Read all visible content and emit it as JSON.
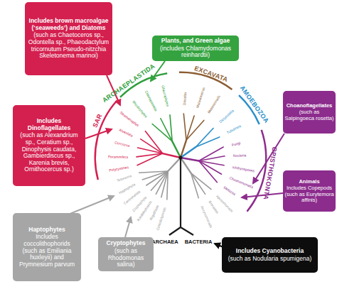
{
  "diagram": {
    "nodes": [
      {
        "text": [
          "Includes brown macroalgae (‘seaweeds’) and Diatoms",
          "(such as Chaetoceros sp., Odontella sp., Phaeodactylum tricornutum Pseudo-nitzchia Skeletonema marinoi)"
        ]
      },
      {
        "text": [
          "Plants, and Green algae",
          "(includes Chlamydomonas reinhardtii)"
        ]
      },
      {
        "text": [
          "Choanoflagellates",
          "(such as Salpingoeca rosetta)"
        ]
      },
      {
        "text": [
          "Includes Dinoflagellates",
          "(such as Alexandrium sp., Ceratium sp., Dinophysis caudata, Gambierdiscus sp., Karenia brevis, Ornithocercus sp.)"
        ]
      },
      {
        "text": [
          "Animals",
          "Includes Copepods (such as Eurytemora affinis)"
        ]
      },
      {
        "text": [
          "Haptophytes",
          "Includes coccolithophorids (such as Emiliania huxleyii) and Prymnesium parvum"
        ]
      },
      {
        "text": [
          "Cryptophytes",
          "(such as Rhodomonas salina)"
        ]
      },
      {
        "text": [
          "Includes Cyanobacteria",
          "(such as Nodularia spumigena)"
        ]
      }
    ],
    "labels": [
      "ARCHAEPLASTIDA",
      "EXCAVATA",
      "AMOEBOZOA",
      "OPISTHOKONTA",
      "SAR",
      "Chloroplastida",
      "Glaucophytes",
      "Rhodophytes",
      "Discoba",
      "Malawimonas",
      "Metamonads",
      "Dictyostelia",
      "Tubulinea",
      "Fungi",
      "Nucleria",
      "Ichthyosporea",
      "Choanomonada",
      "Metazoa",
      "Stramenopiles",
      "Alveolata",
      "Cercozoa",
      "Foraminifera",
      "Polycystines",
      "Telonema",
      "Haptophyta",
      "Centrohelida",
      "Cryptophyta",
      "Katablepharids",
      "Rigidifilida",
      "Collodictyonids",
      "Apusomonads",
      "Breviates",
      "Ancyromonads",
      "ARCHAEA",
      "BACTERIA"
    ]
  }
}
